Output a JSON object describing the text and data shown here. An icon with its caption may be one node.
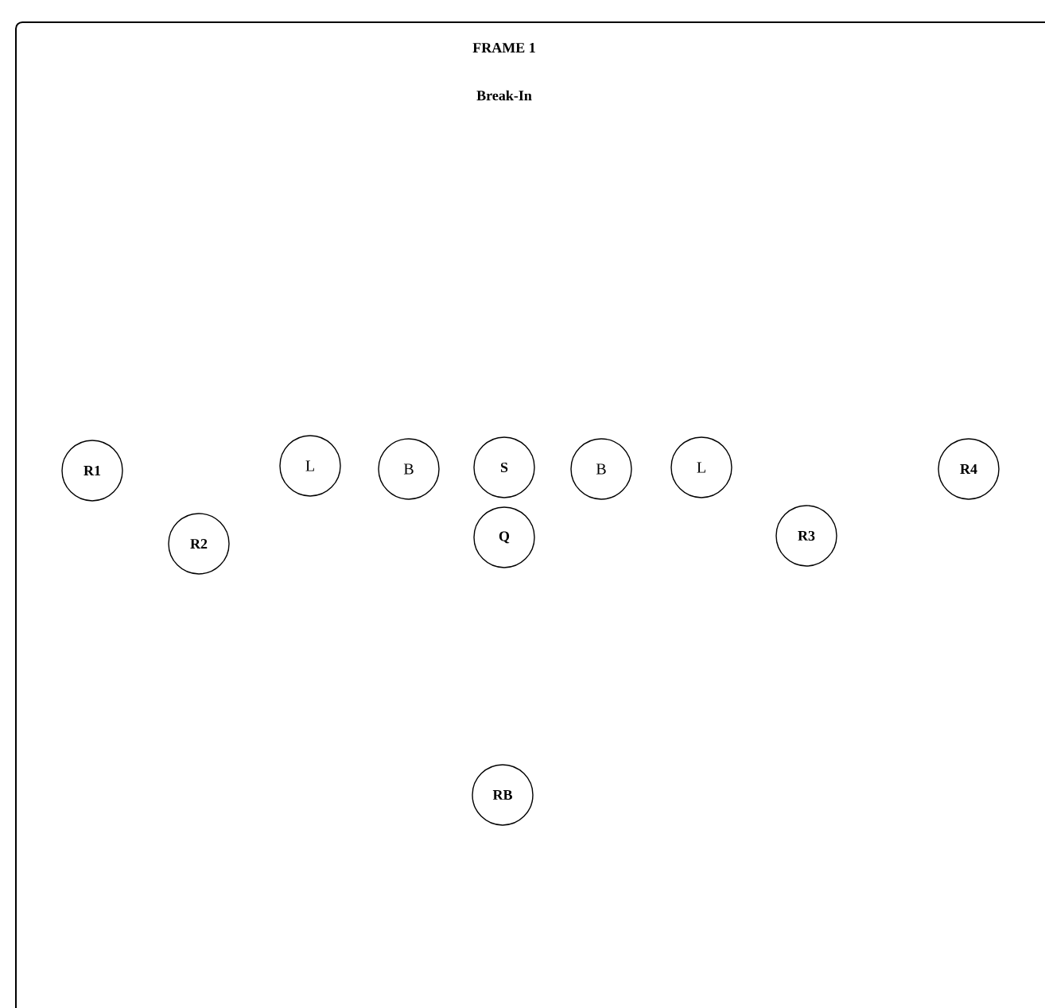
{
  "diagram": {
    "title": "FRAME 1",
    "nodes": [
      {
        "text": [
          "R1"
        ]
      },
      {
        "text": [
          "L"
        ]
      },
      {
        "text": [
          "B"
        ]
      },
      {
        "text": [
          "S"
        ]
      },
      {
        "text": [
          "B"
        ]
      },
      {
        "text": [
          "L"
        ]
      },
      {
        "text": [
          "R4"
        ]
      },
      {
        "text": [
          "R2"
        ]
      },
      {
        "text": [
          "Q"
        ]
      },
      {
        "text": [
          "R3"
        ]
      },
      {
        "text": [
          "RB"
        ]
      }
    ],
    "labels": [
      "Break-In"
    ]
  }
}
